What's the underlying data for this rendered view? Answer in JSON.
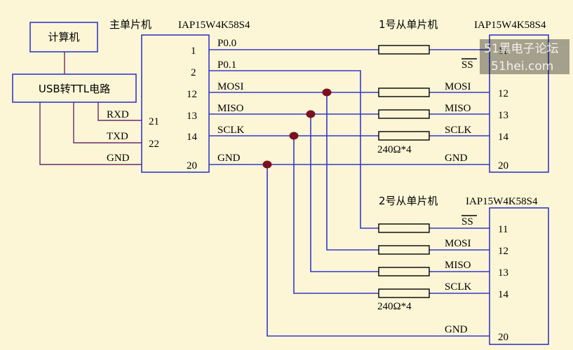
{
  "master": {
    "title": "主单片机",
    "chip": "IAP15W4K58S4",
    "left_pins": [
      {
        "num": "21",
        "label": "RXD"
      },
      {
        "num": "22",
        "label": "TXD"
      },
      {
        "num": "",
        "label": "GND"
      }
    ],
    "right_pins": [
      {
        "num": "1",
        "label": "P0.0"
      },
      {
        "num": "2",
        "label": "P0.1"
      },
      {
        "num": "12",
        "label": "MOSI"
      },
      {
        "num": "13",
        "label": "MISO"
      },
      {
        "num": "14",
        "label": "SCLK"
      },
      {
        "num": "20",
        "label": "GND"
      }
    ]
  },
  "computer": {
    "label": "计算机"
  },
  "usb_ttl": {
    "label": "USB转TTL电路"
  },
  "slave1": {
    "title": "1号从单片机",
    "chip": "IAP15W4K58S4",
    "pins": [
      {
        "num": "11",
        "label": "SS"
      },
      {
        "num": "12",
        "label": "MOSI"
      },
      {
        "num": "13",
        "label": "MISO"
      },
      {
        "num": "14",
        "label": "SCLK"
      },
      {
        "num": "20",
        "label": "GND"
      }
    ],
    "resistor_label": "240Ω*4"
  },
  "slave2": {
    "title": "2号从单片机",
    "chip": "IAP15W4K58S4",
    "pins": [
      {
        "num": "11",
        "label": "SS"
      },
      {
        "num": "12",
        "label": "MOSI"
      },
      {
        "num": "13",
        "label": "MISO"
      },
      {
        "num": "14",
        "label": "SCLK"
      },
      {
        "num": "20",
        "label": "GND"
      }
    ],
    "resistor_label": "240Ω*4"
  },
  "watermark": {
    "line1": "51黑电子论坛",
    "line2": "51hei.com"
  },
  "colors": {
    "wire": "#3538c8",
    "junction": "#7a1020",
    "background": "#fdf6d6",
    "serial_wire": "#6b2a6b"
  }
}
